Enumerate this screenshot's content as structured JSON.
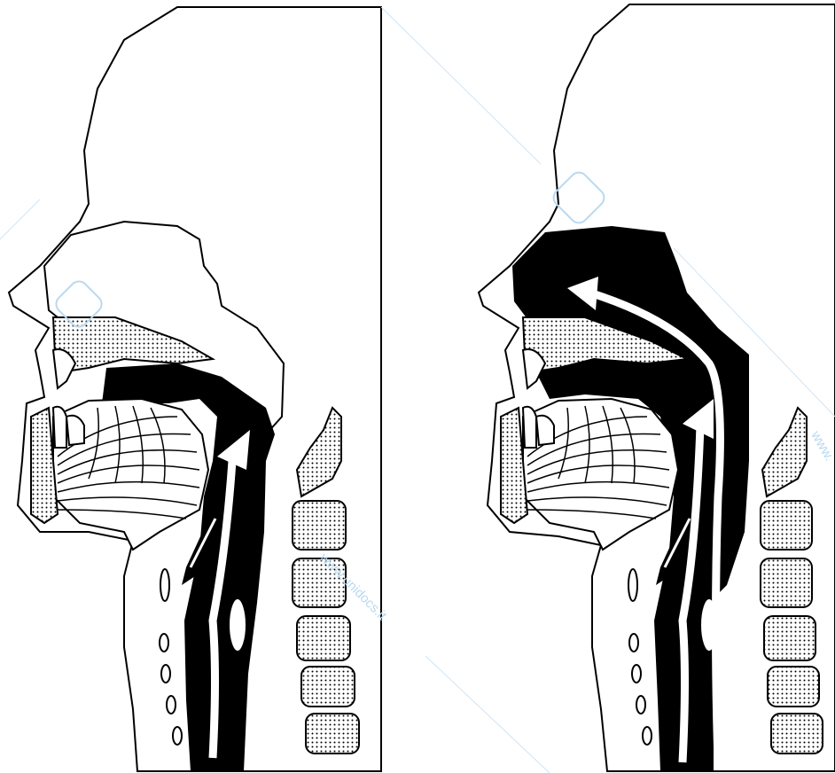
{
  "figure": {
    "panels": [
      {
        "id": "left",
        "description_key": "airflow-pharynx"
      },
      {
        "id": "right",
        "description_key": "airflow-pharynx-nasal"
      }
    ],
    "colors": {
      "ink": "#000000",
      "paper": "#ffffff",
      "watermark": "#b9d9f0"
    },
    "icons": [
      "airflow-arrow-icon",
      "watermark-logo-icon"
    ]
  },
  "watermark": {
    "text_left": "www.unidocs.it",
    "text_right": "www."
  }
}
